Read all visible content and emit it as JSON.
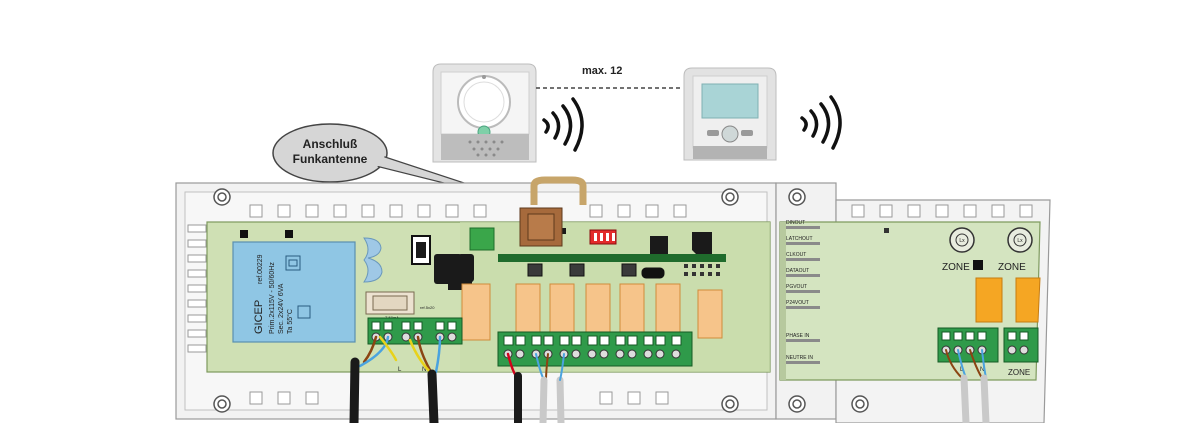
{
  "labels": {
    "max_count": "max. 12",
    "antenna_line1": "Anschluß",
    "antenna_line2": "Funkantenne",
    "zone_1": "ZONE",
    "zone_2": "ZONE",
    "zone_3": "ZONE",
    "psu_brand": "GICEP",
    "psu_model": "ref.00229",
    "psu_primary": "Prim.2x115V - 50/60Hz",
    "psu_secondary": "Sec. 2x24V   6VA",
    "psu_fuse": "Ta 55°C",
    "fuse_text": "T 50mA",
    "fuse_ref": "ref.5x20",
    "lx_1": "Lx",
    "lx_2": "Lx",
    "sig_1": "DINOUT",
    "sig_2": "LATCHOUT",
    "sig_3": "CLKOUT",
    "sig_4": "DATAOUT",
    "sig_5": "PGVOUT",
    "sig_6": "P24VOUT",
    "sig_7": "PHASE IN",
    "sig_8": "NEUTRE IN",
    "term_1": "L",
    "term_2": "N",
    "term_3": "L",
    "term_4": "N"
  },
  "colors": {
    "board_green": "#cfe0b4",
    "board_green_dark": "#b8d19a",
    "ext_board_green": "#d4e4c0",
    "terminal_green": "#2f9a4a",
    "relay_orange": "#f6c48a",
    "psu_blue": "#8fc6e4",
    "housing": "#f2f2f2",
    "housing_line": "#9a9a9a",
    "ribbon_orange": "#f5a623",
    "cable_black": "#1a1a1a",
    "wire_brown": "#8b4513",
    "wire_blue": "#4aa3df",
    "wire_yellow": "#e8d21a",
    "wire_red": "#d0021b",
    "thermostat_grey": "#dcdcdc",
    "lcd_teal": "#a9d4d6"
  }
}
